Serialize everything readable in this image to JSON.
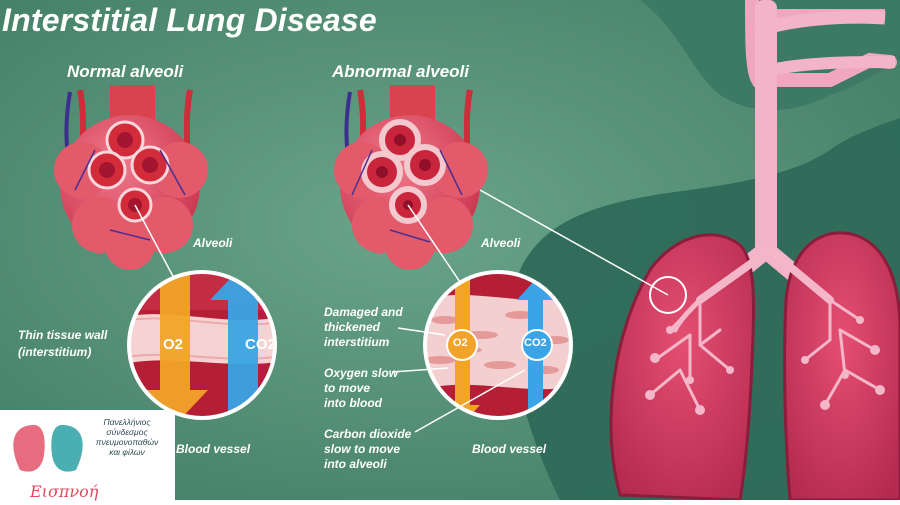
{
  "title": "Interstitial Lung Disease",
  "panels": {
    "normal": {
      "heading": "Normal alveoli",
      "alveoli_label": "Alveoli",
      "wall_label_1": "Thin tissue wall",
      "wall_label_2": "(interstitium)",
      "vessel_label": "Blood vessel",
      "o2": "O2",
      "co2": "CO2"
    },
    "abnormal": {
      "heading": "Abnormal alveoli",
      "alveoli_label": "Alveoli",
      "damaged_1": "Damaged and",
      "damaged_2": "thickened",
      "damaged_3": "interstitium",
      "oxygen_1": "Oxygen slow",
      "oxygen_2": "to move",
      "oxygen_3": "into blood",
      "co2_1": "Carbon dioxide",
      "co2_2": "slow to move",
      "co2_3": "into alveoli",
      "vessel_label": "Blood vessel",
      "o2": "O2",
      "co2": "CO2"
    }
  },
  "logo": {
    "line1": "Πανελλήνιος",
    "line2": "σύνδεσμος",
    "line3": "πνευμονοπαθών",
    "line4": "και φίλων",
    "script": "Εισπνοή"
  },
  "colors": {
    "background": "#4f8a70",
    "silhouette": "#2f6b5c",
    "lung": "#d63d62",
    "airway": "#f0a9c1",
    "o2_arrow": "#f2a42a",
    "co2_arrow": "#3aa4e6"
  }
}
